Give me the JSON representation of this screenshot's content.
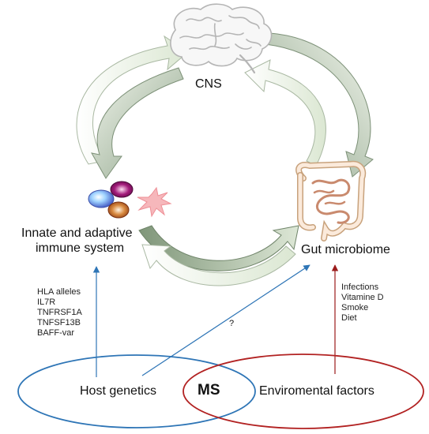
{
  "nodes": {
    "cns": "CNS",
    "immune_line1": "Innate and adaptive",
    "immune_line2": "immune system",
    "gut": "Gut microbiome",
    "host": "Host genetics",
    "env": "Enviromental factors",
    "ms": "MS"
  },
  "host_genes": [
    "HLA alleles",
    "IL7R",
    "TNFRSF1A",
    "TNFSF13B",
    "BAFF-var"
  ],
  "env_factors": [
    "Infections",
    "Vitamine D",
    "Smoke",
    "Diet"
  ],
  "question_mark": "?",
  "colors": {
    "blue_arrow": "#2e75b6",
    "red_arrow": "#9b1c1c",
    "blue_ellipse": "#2e75b6",
    "red_ellipse": "#b22222",
    "curved_arrow_dark": "#8fa48a",
    "curved_arrow_light": "#e4eedc"
  }
}
